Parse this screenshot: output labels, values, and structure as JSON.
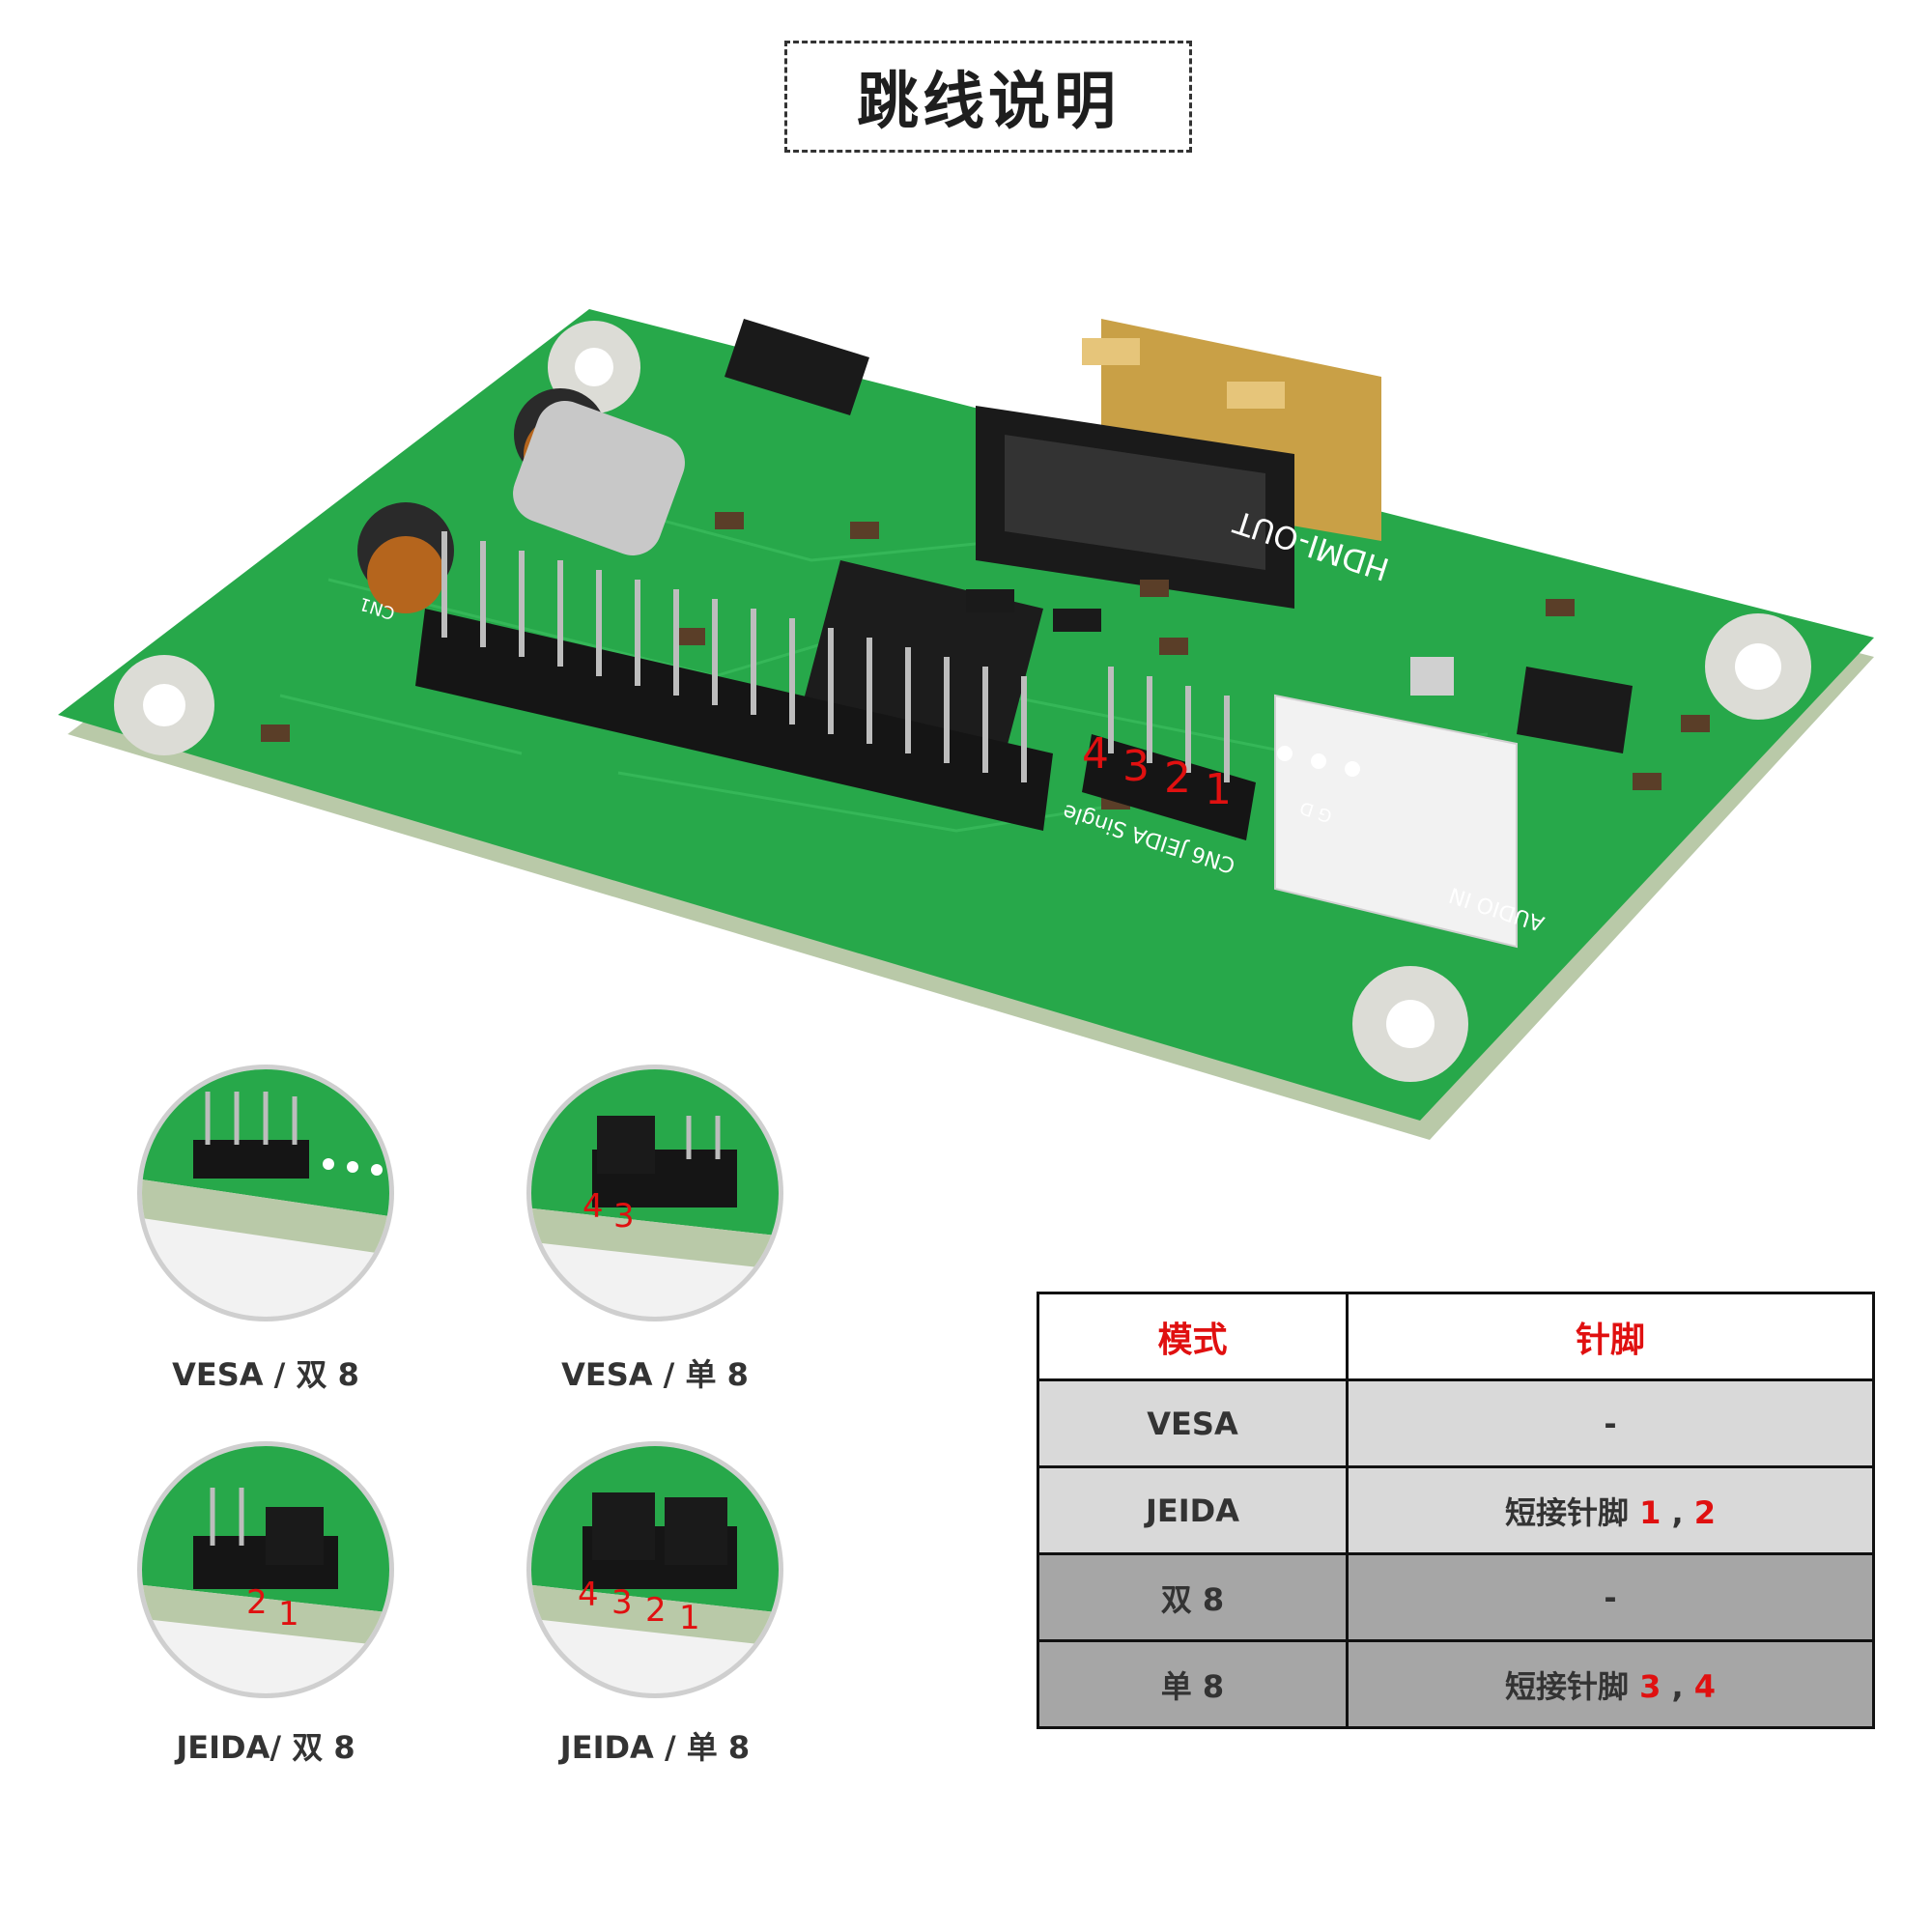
{
  "title": "跳线说明",
  "board": {
    "label_hdmi": "HDMI-OUT",
    "label_audio": "AUDIO IN",
    "label_cn6": "CN6 JEIDA Single",
    "label_cn1": "CN1",
    "label_gd": "G D",
    "pin_numbers": [
      "4",
      "3",
      "2",
      "1"
    ]
  },
  "thumbnails": [
    {
      "caption": "VESA / 双 8",
      "pins": []
    },
    {
      "caption": "VESA / 单 8",
      "pins": [
        "4",
        "3"
      ]
    },
    {
      "caption": "JEIDA/ 双 8",
      "pins": [
        "2",
        "1"
      ]
    },
    {
      "caption": "JEIDA / 单 8",
      "pins": [
        "4",
        "3",
        "2",
        "1"
      ]
    }
  ],
  "table": {
    "header": {
      "mode": "模式",
      "pins": "针脚"
    },
    "rows": [
      {
        "mode": "VESA",
        "prefix": "-",
        "pin_a": "",
        "sep": "",
        "pin_b": ""
      },
      {
        "mode": "JEIDA",
        "prefix": "短接针脚 ",
        "pin_a": "1",
        "sep": " , ",
        "pin_b": "2"
      },
      {
        "mode": "双 8",
        "prefix": "-",
        "pin_a": "",
        "sep": "",
        "pin_b": ""
      },
      {
        "mode": "单 8",
        "prefix": "短接针脚 ",
        "pin_a": "3",
        "sep": " , ",
        "pin_b": "4"
      }
    ]
  },
  "colors": {
    "pcb_green": "#27a84a",
    "accent_red": "#e01010",
    "row_light": "#d9d9d9",
    "row_dark": "#a6a6a6"
  }
}
